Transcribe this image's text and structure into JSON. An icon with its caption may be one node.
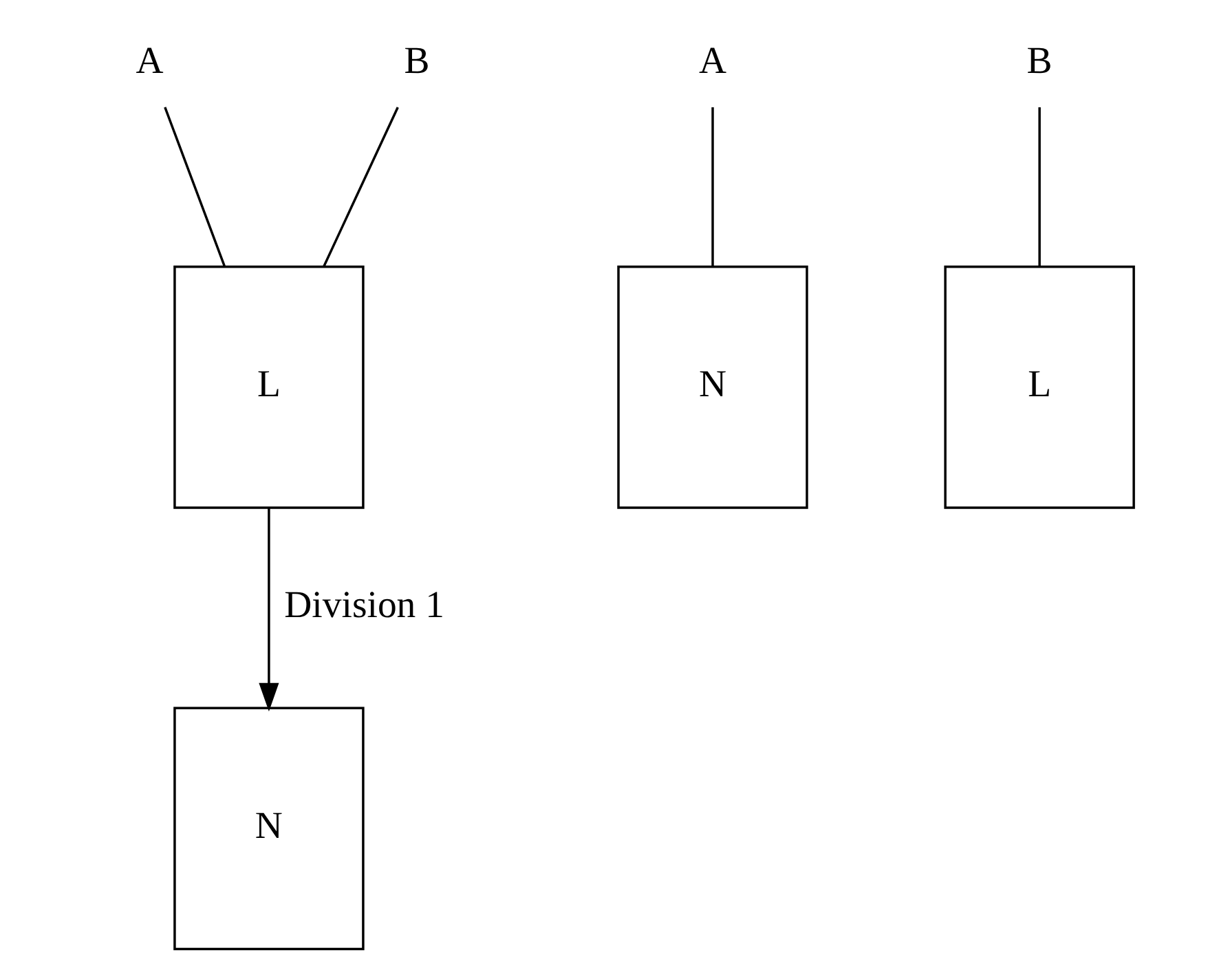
{
  "diagram": {
    "nodes": [
      {
        "text": [
          "A"
        ]
      },
      {
        "text": [
          "B"
        ]
      },
      {
        "text": [
          "L"
        ]
      },
      {
        "text": [
          "N"
        ]
      },
      {
        "text": [
          "A"
        ]
      },
      {
        "text": [
          "B"
        ]
      },
      {
        "text": [
          "N"
        ]
      },
      {
        "text": [
          "L"
        ]
      }
    ],
    "edges": [
      {
        "from": 0,
        "to": 2,
        "arrow": "none"
      },
      {
        "from": 1,
        "to": 2,
        "arrow": "none"
      },
      {
        "from": 2,
        "to": 3,
        "arrow": "to",
        "label": "Division 1"
      },
      {
        "from": 4,
        "to": 6,
        "arrow": "none"
      },
      {
        "from": 5,
        "to": 7,
        "arrow": "none"
      }
    ]
  }
}
